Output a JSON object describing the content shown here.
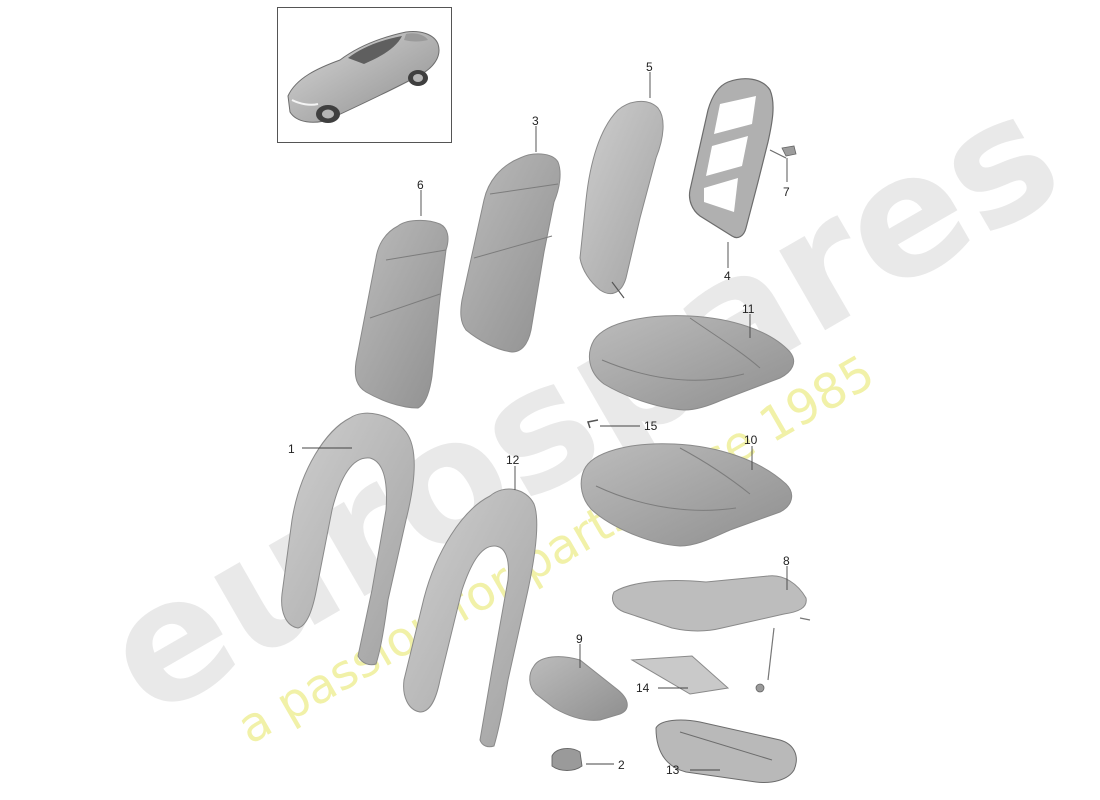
{
  "watermark": {
    "brand": "eurospares",
    "tagline": "a passion for parts since 1985",
    "brand_color": "#e6e6e6",
    "tagline_color": "#efef9a"
  },
  "thumbnail": {
    "icon": "car-thumbnail-icon"
  },
  "callouts": [
    "1",
    "2",
    "3",
    "4",
    "5",
    "6",
    "7",
    "8",
    "9",
    "10",
    "11",
    "12",
    "13",
    "14",
    "15"
  ]
}
